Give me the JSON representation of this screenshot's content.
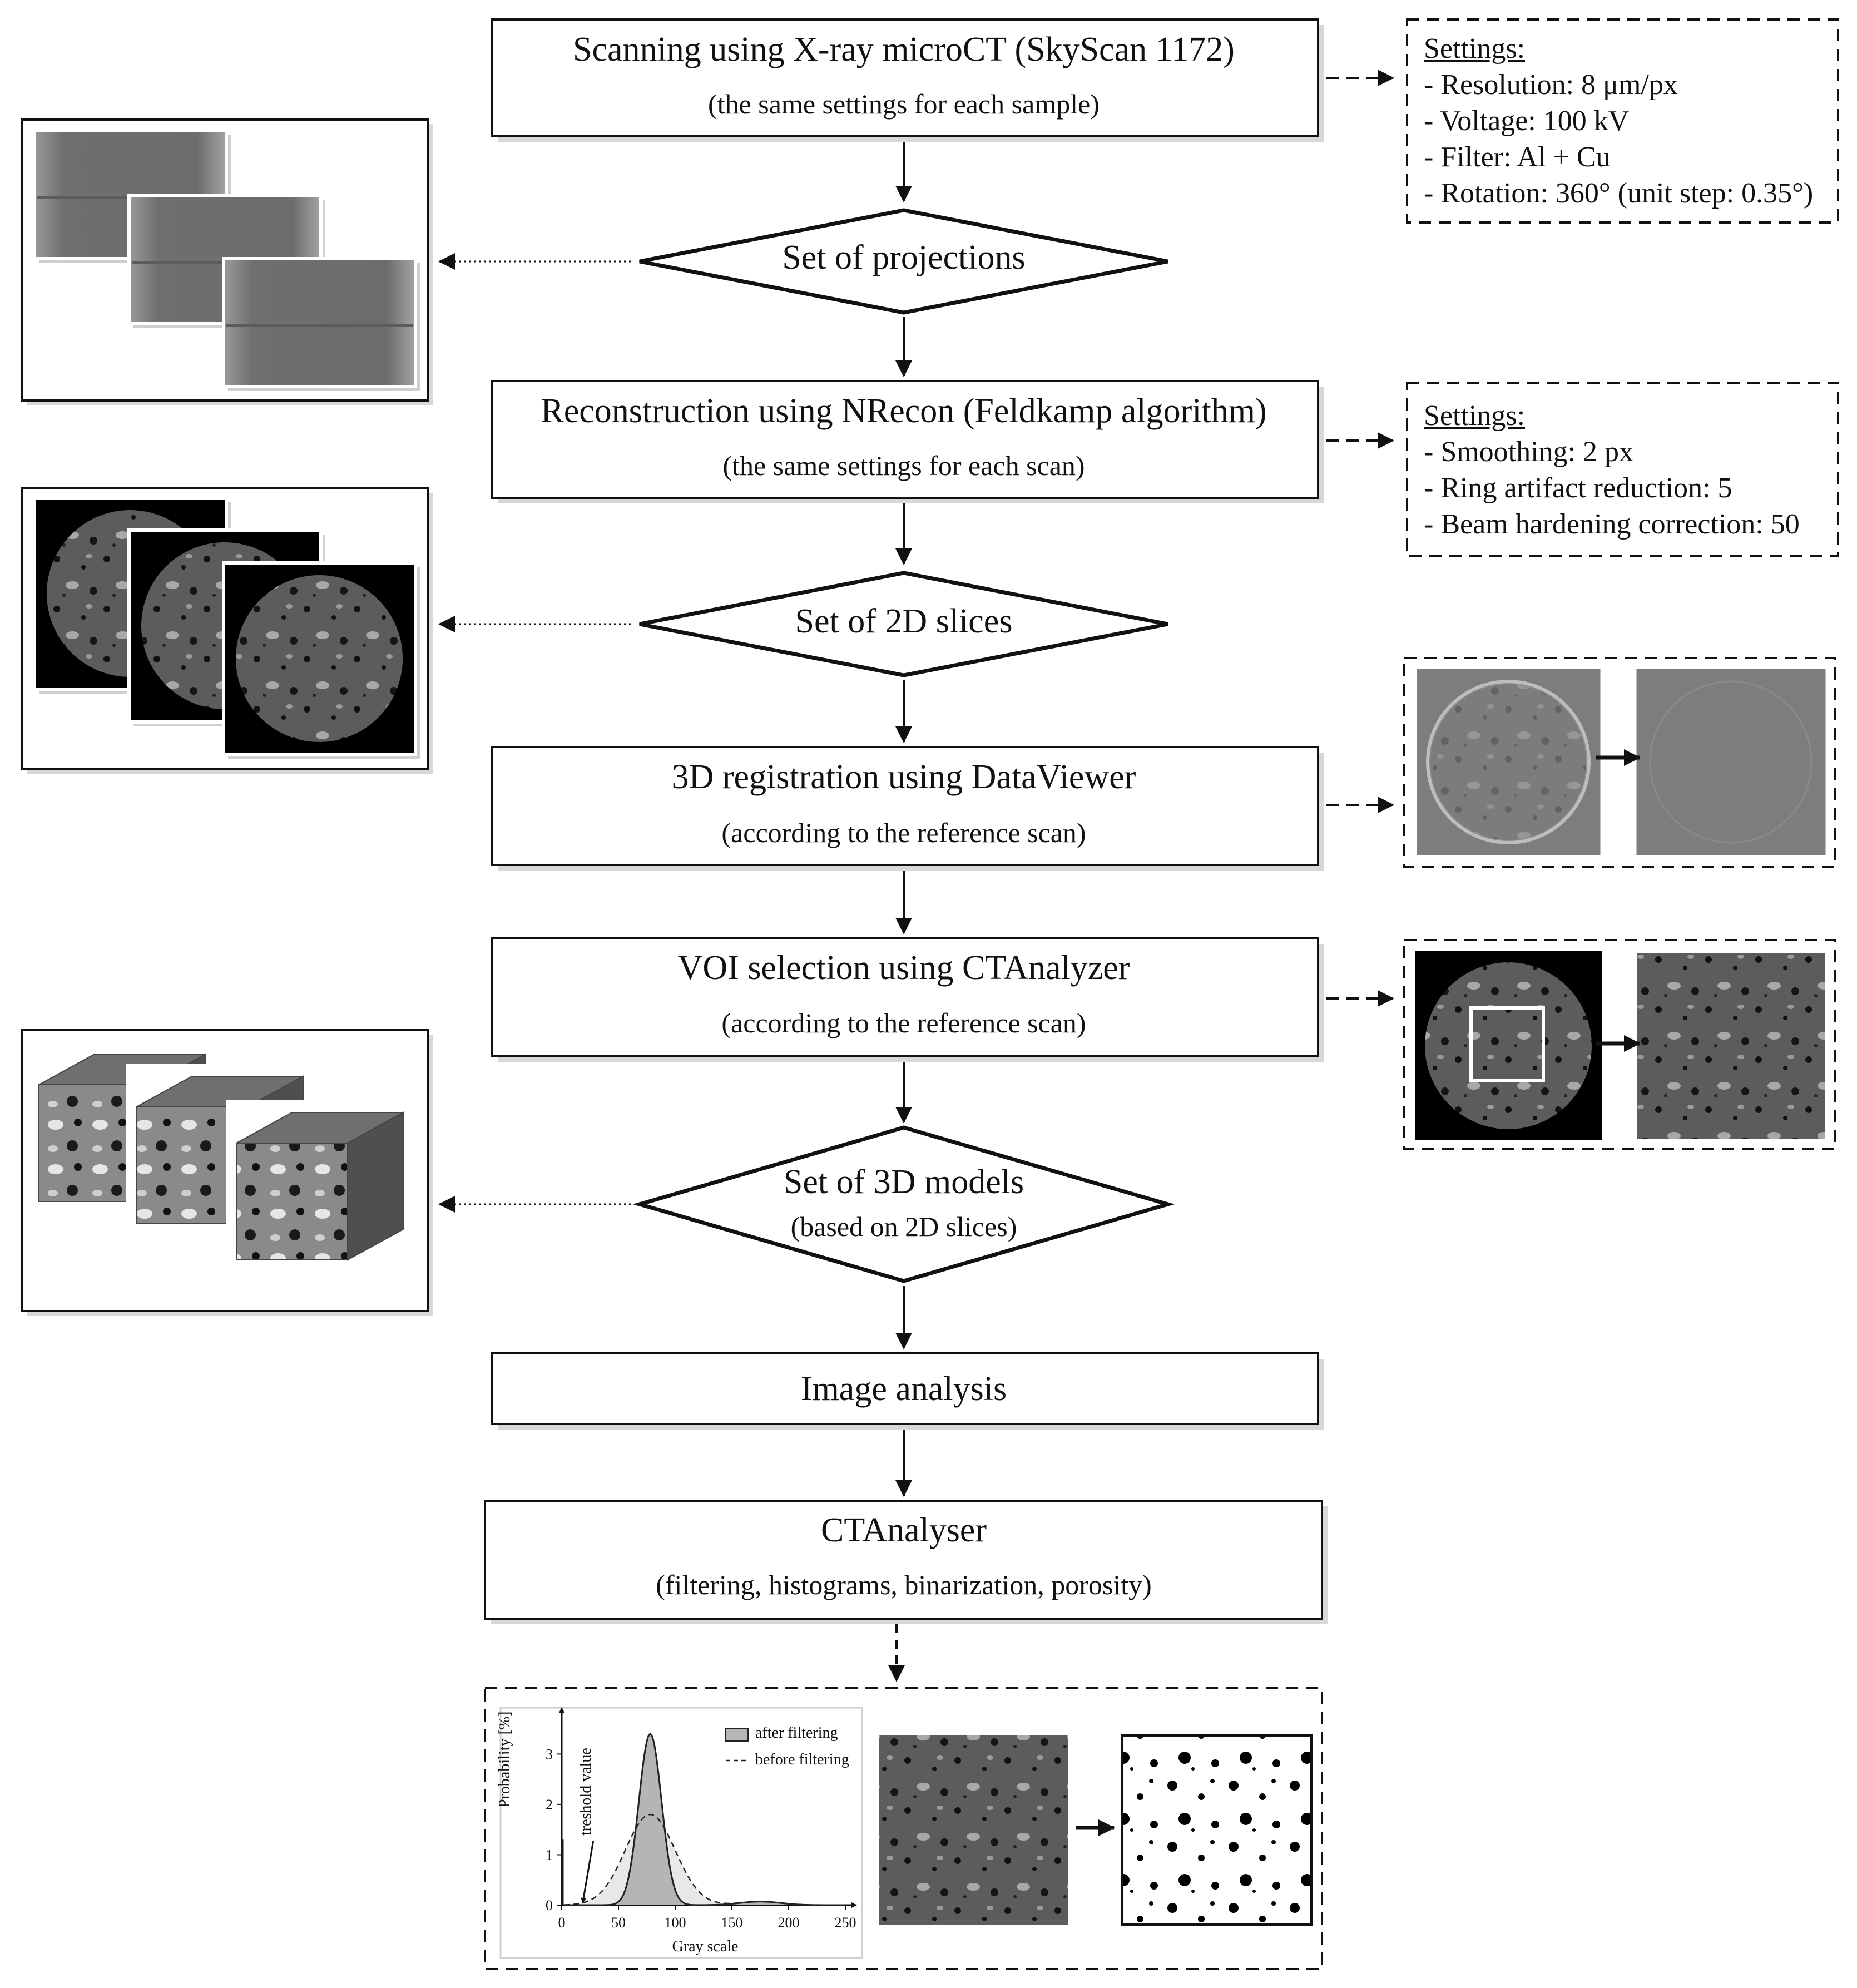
{
  "steps": {
    "scan": {
      "title": "Scanning using X-ray microCT (SkyScan 1172)",
      "subtitle": "(the same settings for each sample)"
    },
    "projections": {
      "label": "Set of projections"
    },
    "recon": {
      "title": "Reconstruction using NRecon (Feldkamp algorithm)",
      "subtitle": "(the same settings for each scan)"
    },
    "slices": {
      "label": "Set of 2D slices"
    },
    "registration": {
      "title": "3D registration using DataViewer",
      "subtitle": "(according to the reference scan)"
    },
    "voi": {
      "title": "VOI selection using CTAnalyzer",
      "subtitle": "(according to the reference scan)"
    },
    "models": {
      "label": "Set of 3D models",
      "sublabel": "(based on 2D slices)"
    },
    "analysis": {
      "title": "Image analysis"
    },
    "ctanalyser": {
      "title": "CTAnalyser",
      "subtitle": "(filtering, histograms, binarization, porosity)"
    }
  },
  "settings_scan": {
    "header": "Settings:",
    "items": [
      "- Resolution: 8 μm/px",
      "- Voltage: 100 kV",
      "- Filter: Al + Cu",
      "- Rotation: 360° (unit step: 0.35°)"
    ]
  },
  "settings_recon": {
    "header": "Settings:",
    "items": [
      "- Smoothing: 2 px",
      "- Ring artifact reduction: 5",
      "- Beam hardening correction: 50"
    ]
  },
  "histogram": {
    "ylabel": "Probability  [%]",
    "xlabel": "Gray scale",
    "xticks": [
      "0",
      "50",
      "100",
      "150",
      "200",
      "250"
    ],
    "yticks": [
      "0",
      "1",
      "2",
      "3"
    ],
    "threshold_label": "treshold value",
    "legend": [
      "after filtering",
      "before filtering"
    ],
    "threshold_value": 17,
    "after_filtering": {
      "peak_x": 78,
      "peak_y": 3.4,
      "width": 10
    },
    "before_filtering": {
      "peak_x": 78,
      "peak_y": 1.8,
      "width": 22
    }
  },
  "colors": {
    "line": "#111111",
    "shadow": "#d6d6d6",
    "xray": "#7a7a7a"
  }
}
